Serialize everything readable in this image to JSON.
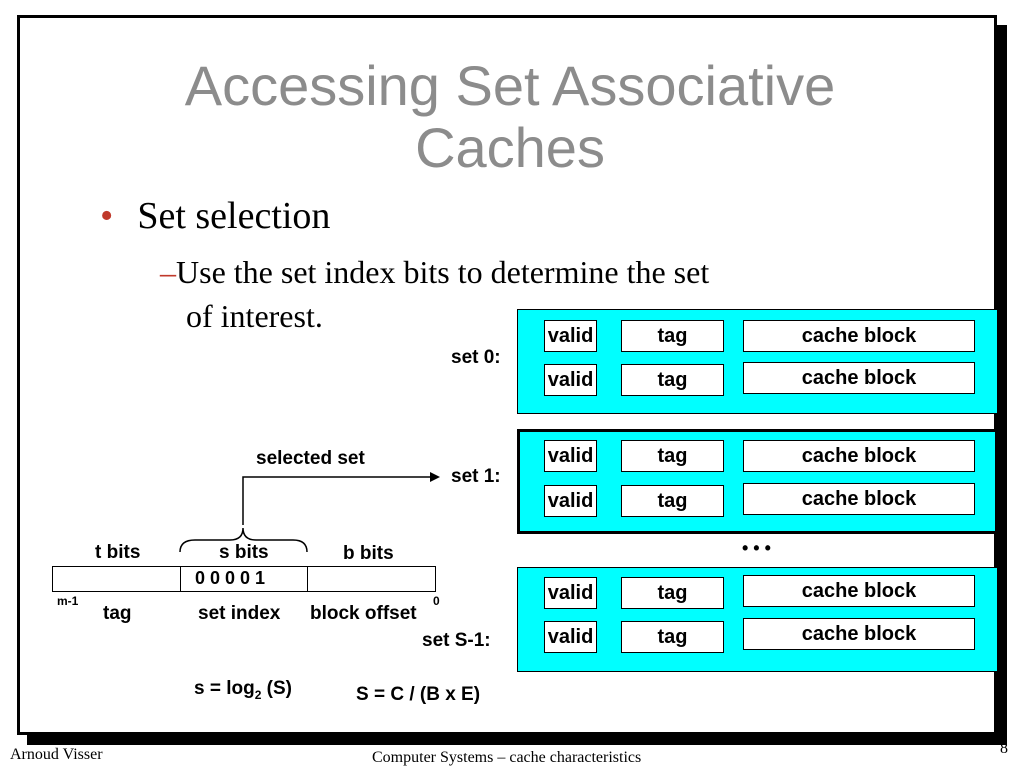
{
  "slide": {
    "title_line1": "Accessing Set Associative",
    "title_line2": "Caches",
    "bullet": "Set selection",
    "sub_bullet_dash": "–",
    "sub_bullet_line1": "Use the set index bits to determine the set",
    "sub_bullet_line2": "of interest.",
    "page_number": "8"
  },
  "footer": {
    "author": "Arnoud Visser",
    "course": "Computer Systems – cache characteristics"
  },
  "cache": {
    "cell_labels": {
      "valid": "valid",
      "tag": "tag",
      "block": "cache block"
    },
    "sets": [
      {
        "label": "set 0:",
        "selected": false
      },
      {
        "label": "set 1:",
        "selected": true
      },
      {
        "label": "set S-1:",
        "selected": false
      }
    ],
    "ellipsis": "• • •"
  },
  "address": {
    "selected_set_label": "selected set",
    "fields": [
      "t bits",
      "s bits",
      "b bits"
    ],
    "index_value": "0 0  0 0 1",
    "msb_label": "m-1",
    "lsb_label": "0",
    "field_names": [
      "tag",
      "set index",
      "block offset"
    ]
  },
  "formulas": {
    "s_prefix": "s = log",
    "s_sub": "2",
    "s_suffix": " (S)",
    "S_formula": "S = C / (B x E)"
  }
}
